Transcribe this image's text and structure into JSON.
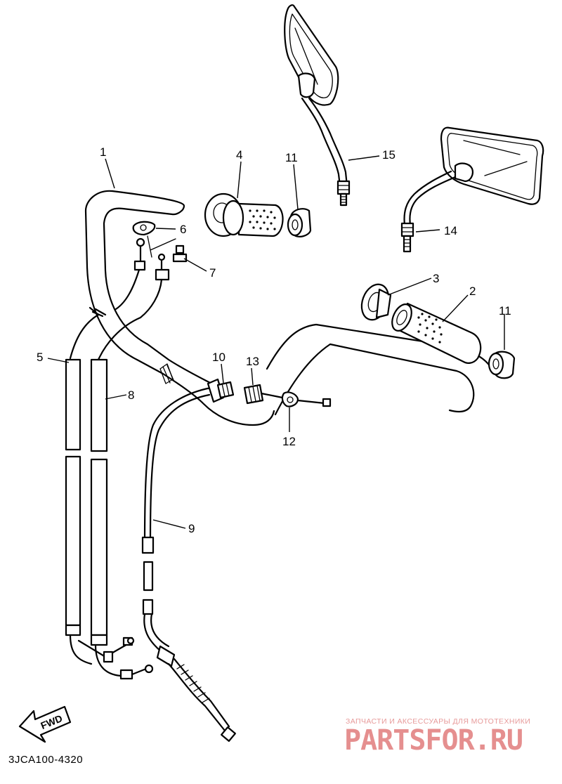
{
  "diagram_code": "3JCA100-4320",
  "fwd_label": "FWD",
  "watermark": {
    "caption": "ЗАПЧАСТИ И АКСЕССУАРЫ ДЛЯ МОТОТЕХНИКИ",
    "brand": "PARTSFOR.RU"
  },
  "callouts": {
    "c1": "1",
    "c2": "2",
    "c3": "3",
    "c4": "4",
    "c5": "5",
    "c6": "6",
    "c7": "7",
    "c8": "8",
    "c9": "9",
    "c10": "10",
    "c11a": "11",
    "c11b": "11",
    "c12": "12",
    "c13": "13",
    "c14": "14",
    "c15": "15"
  }
}
